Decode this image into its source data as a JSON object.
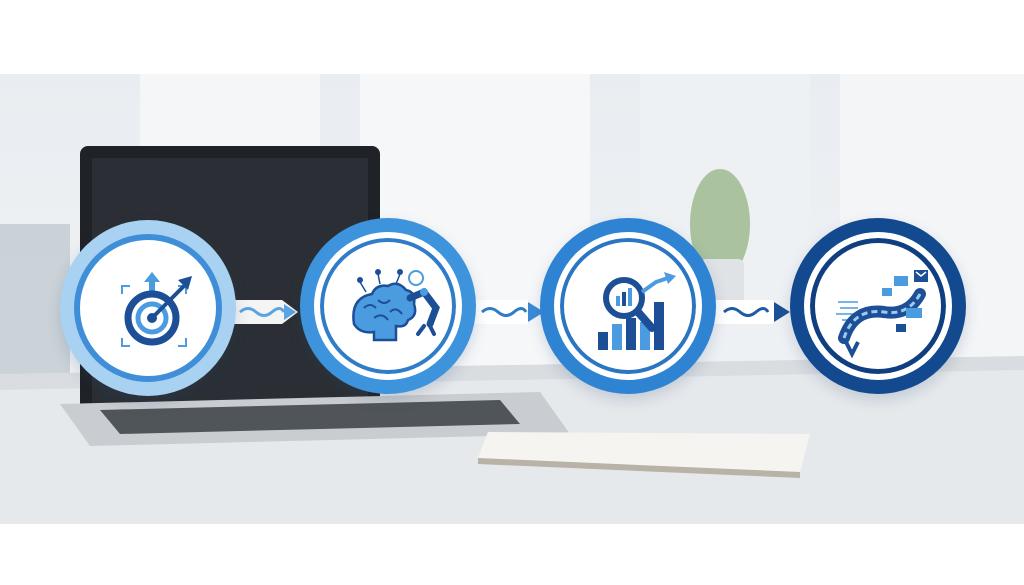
{
  "diagram": {
    "steps": [
      {
        "icon": "target-arrow-icon",
        "ring_color": "#a9d1f2"
      },
      {
        "icon": "brain-robot-arm-icon",
        "ring_color": "#3d93dc"
      },
      {
        "icon": "magnifier-bar-chart-icon",
        "ring_color": "#2e84d2"
      },
      {
        "icon": "data-pipeline-icon",
        "ring_color": "#13498f"
      }
    ],
    "connectors": [
      "wave-arrow-1",
      "wave-arrow-2",
      "wave-arrow-3"
    ],
    "colors": {
      "icon_light": "#4a9be0",
      "icon_dark": "#1d4f96",
      "arrow": "#3f8fd8"
    }
  }
}
